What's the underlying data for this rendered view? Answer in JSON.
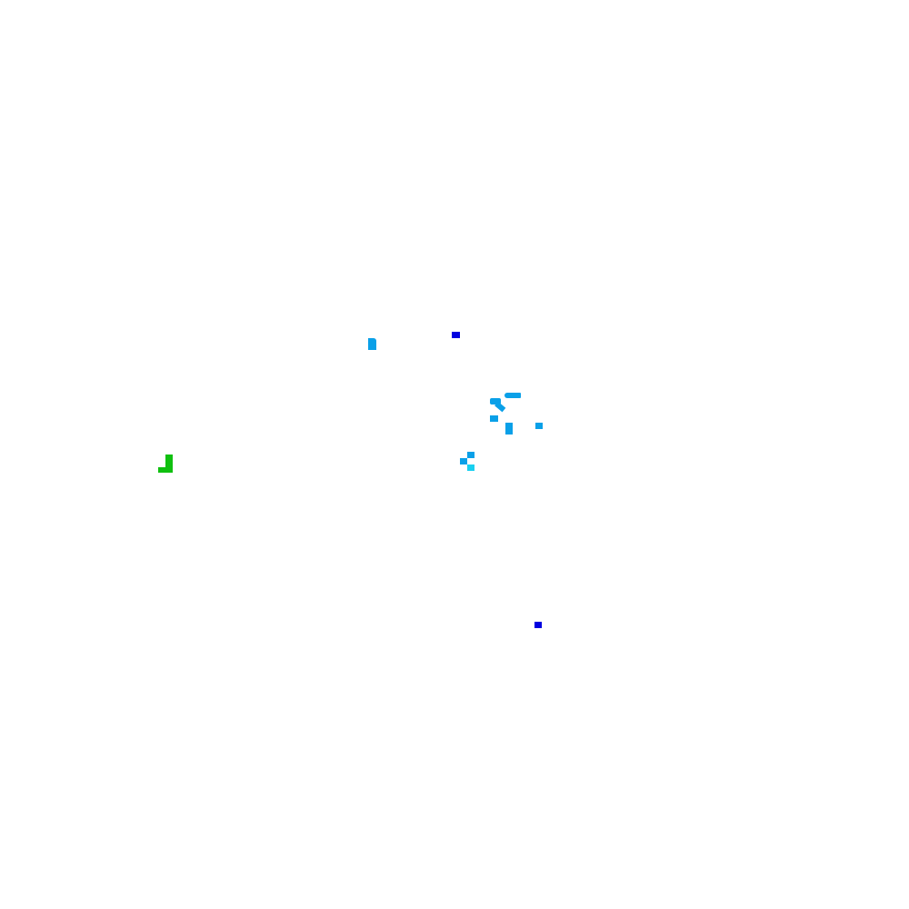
{
  "colors": {
    "background": "#ffffff",
    "green": "#10c010",
    "blue": "#0000e0",
    "sky": "#0aa0e8",
    "cyan": "#18d0f0"
  },
  "marks": [
    {
      "id": "m-green-a",
      "color": "green"
    },
    {
      "id": "m-green-b",
      "color": "green"
    },
    {
      "id": "m-blue-top",
      "color": "blue"
    },
    {
      "id": "m-blue-bot",
      "color": "blue"
    },
    {
      "id": "m-sky-1",
      "color": "sky"
    },
    {
      "id": "m-sky-2",
      "color": "sky"
    },
    {
      "id": "m-sky-3",
      "color": "sky"
    },
    {
      "id": "m-sky-4",
      "color": "sky"
    },
    {
      "id": "m-sky-5",
      "color": "sky"
    },
    {
      "id": "m-sky-6",
      "color": "sky"
    },
    {
      "id": "m-sky-7",
      "color": "sky"
    },
    {
      "id": "m-sky-8",
      "color": "sky"
    },
    {
      "id": "m-sky-9",
      "color": "sky"
    },
    {
      "id": "m-cyan-1",
      "color": "cyan"
    }
  ]
}
